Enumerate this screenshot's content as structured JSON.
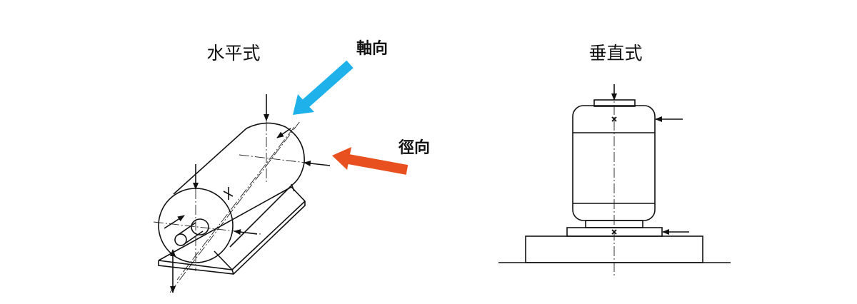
{
  "labels": {
    "horizontal": "水平式",
    "vertical": "垂直式",
    "axial": "軸向",
    "radial": "徑向"
  },
  "colors": {
    "axial_arrow": "#1fb1ea",
    "radial_arrow": "#e8501f"
  }
}
